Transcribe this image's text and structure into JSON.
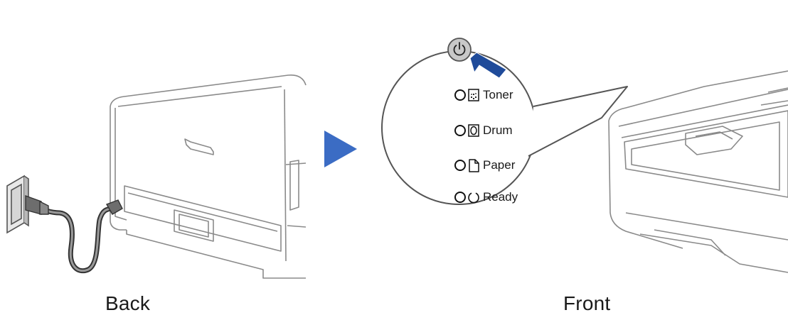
{
  "captions": {
    "back": "Back",
    "front": "Front"
  },
  "panel": {
    "power_button_icon": "power-icon",
    "indicators": [
      {
        "label": "Toner",
        "icon": "toner-icon"
      },
      {
        "label": "Drum",
        "icon": "drum-icon"
      },
      {
        "label": "Paper",
        "icon": "paper-icon"
      },
      {
        "label": "Ready",
        "icon": "ready-icon"
      }
    ]
  },
  "colors": {
    "accent_blue": "#3b6cc4",
    "press_arrow": "#1f4b9a",
    "line": "#7a7a7a",
    "power_button": "#c8c8c8"
  }
}
